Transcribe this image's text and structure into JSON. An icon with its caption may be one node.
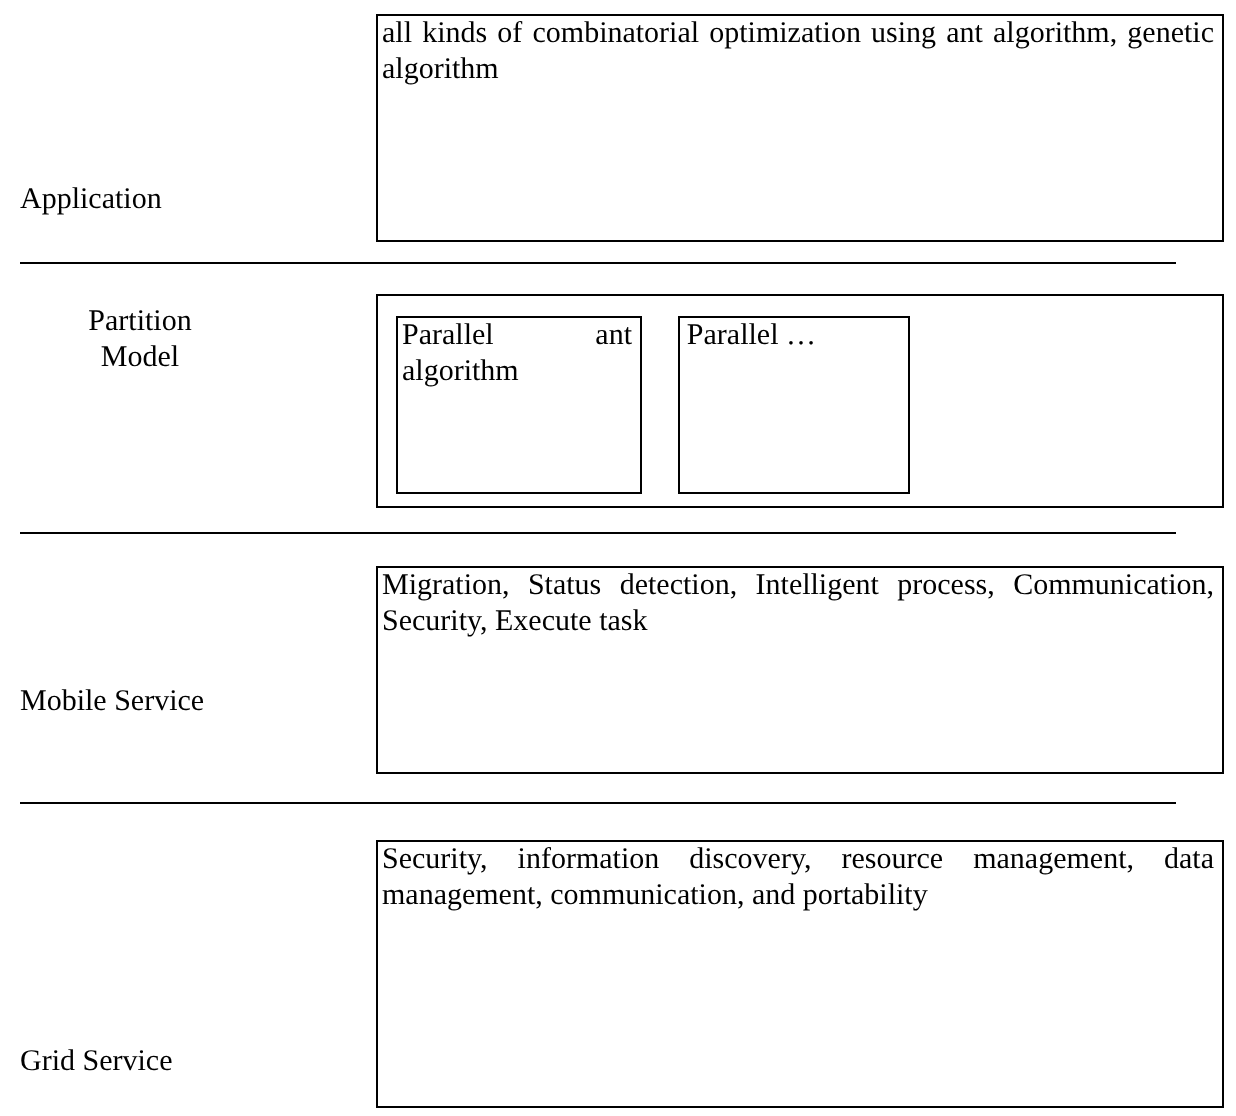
{
  "diagram": {
    "nodes": [
      {
        "text": [
          "all kinds of combinatorial optimization using ant algorithm, genetic algorithm"
        ]
      },
      {
        "text": [],
        "shape": "box"
      },
      {
        "text": [
          "Parallel ant algorithm"
        ],
        "in": 1
      },
      {
        "text": [
          "Parallel …"
        ],
        "in": 1
      },
      {
        "text": [
          "Migration, Status detection, Intelligent process, Communication, Security, Execute task"
        ]
      },
      {
        "text": [
          "Security, information discovery, resource management, data management, communication, and portability"
        ]
      }
    ],
    "edges": [],
    "labels": [
      "Application",
      "Partition Model",
      "Mobile Service",
      "Grid Service"
    ]
  }
}
